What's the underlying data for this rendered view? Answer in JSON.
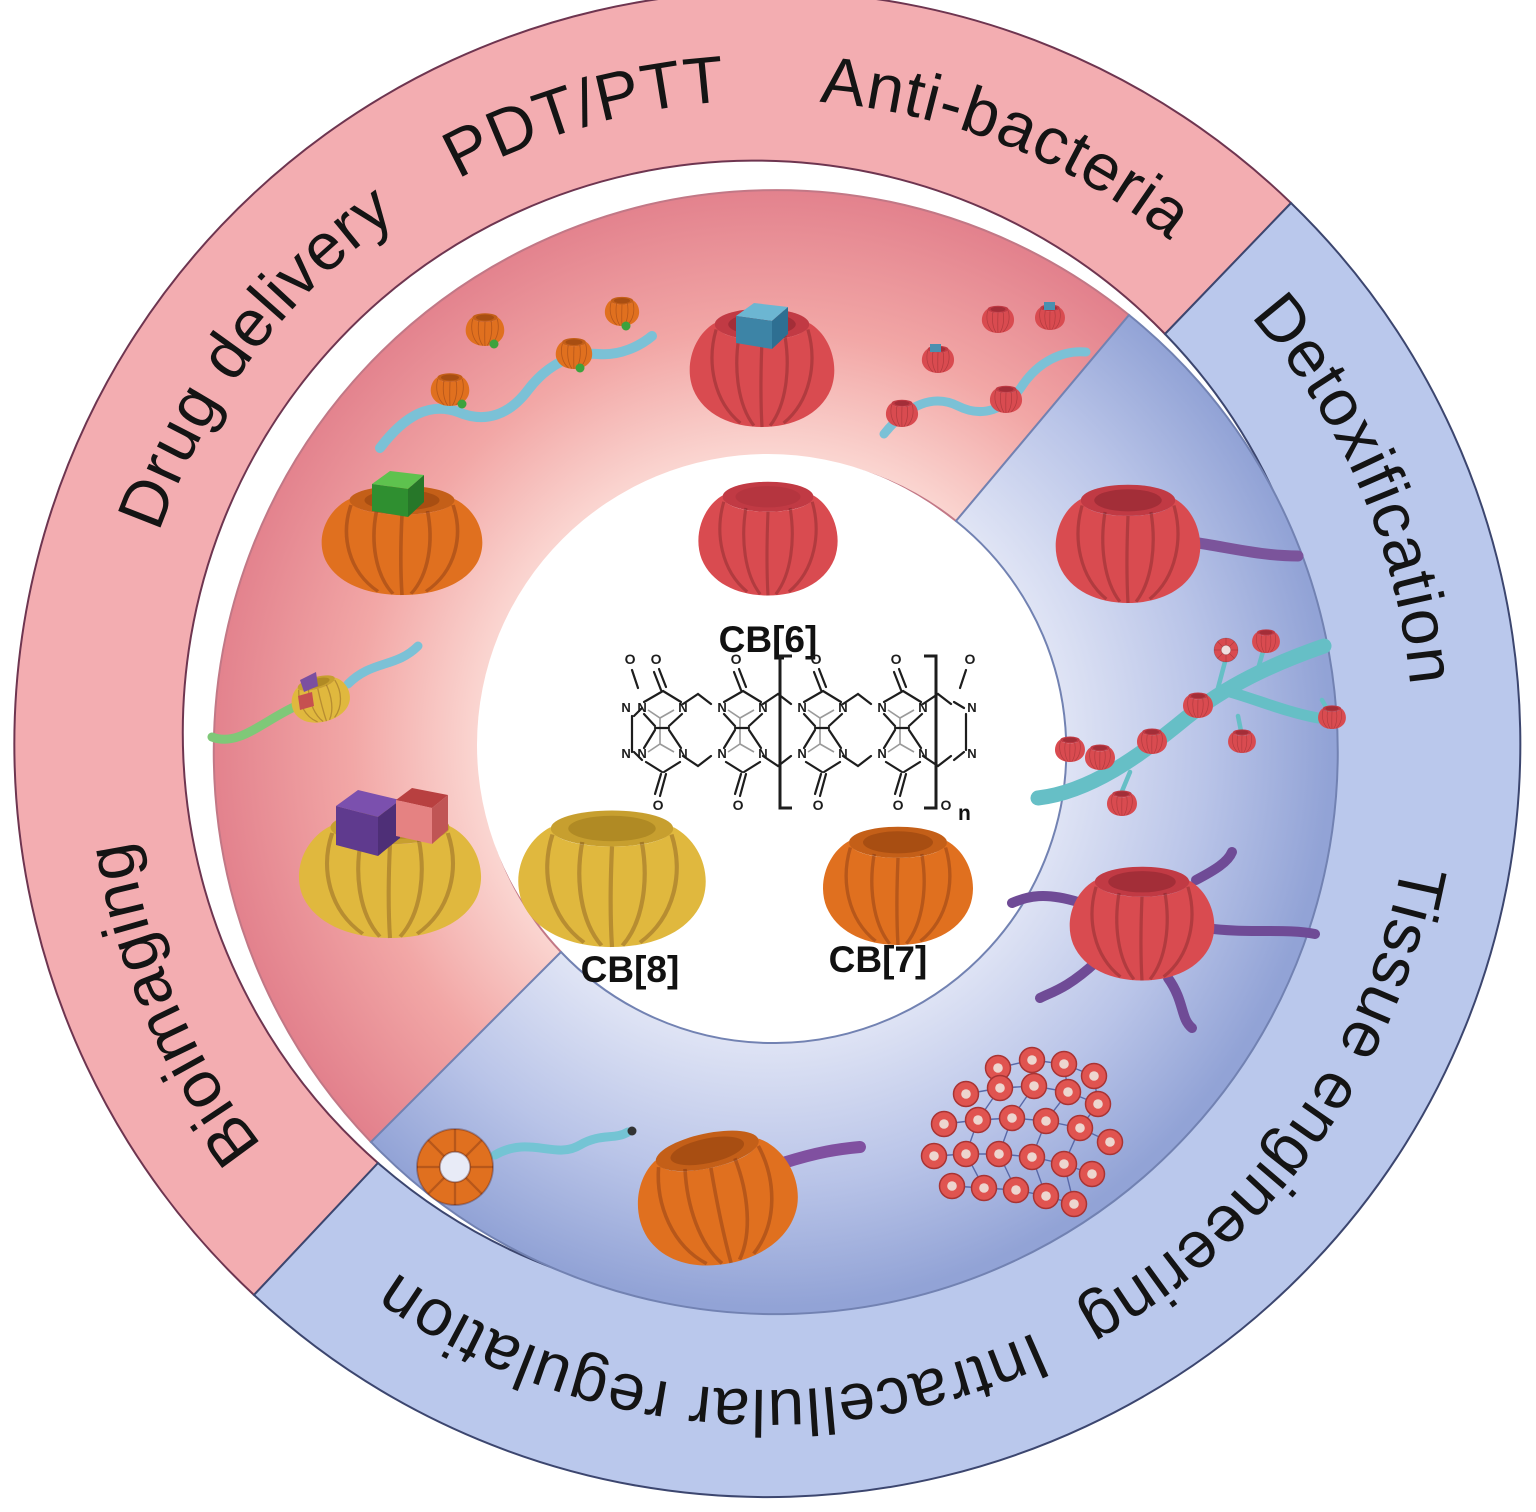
{
  "diagram": {
    "outer_labels": {
      "drug_delivery": "Drug delivery",
      "pdt_ptt": "PDT/PTT",
      "anti_bacteria": "Anti-bacteria",
      "detoxification": "Detoxification",
      "tissue_engineering": "Tissue engineering",
      "intracellular_regulation": "Intracellular regulation",
      "bioimaging": "Bioimaging"
    },
    "center_labels": {
      "cb6": "CB[6]",
      "cb7": "CB[7]",
      "cb8": "CB[8]"
    },
    "structure": {
      "n_atom": "N",
      "o_atom": "O",
      "repeat_subscript": "n"
    },
    "colors": {
      "outer_pink": "#f3adb1",
      "outer_blue": "#bac8ec",
      "mid_pink_outer": "#e2808c",
      "mid_pink_inner": "#fbd9d4",
      "mid_blue_outer": "#92a3d6",
      "mid_blue_inner": "#e3e7f6",
      "pumpkin_red": "#d94b50",
      "pumpkin_orange": "#e0701f",
      "pumpkin_yellow": "#e0b83e",
      "chain_teal": "#7bc1d6",
      "chain_green": "#7fc878",
      "chain_purple": "#7b549b"
    }
  }
}
